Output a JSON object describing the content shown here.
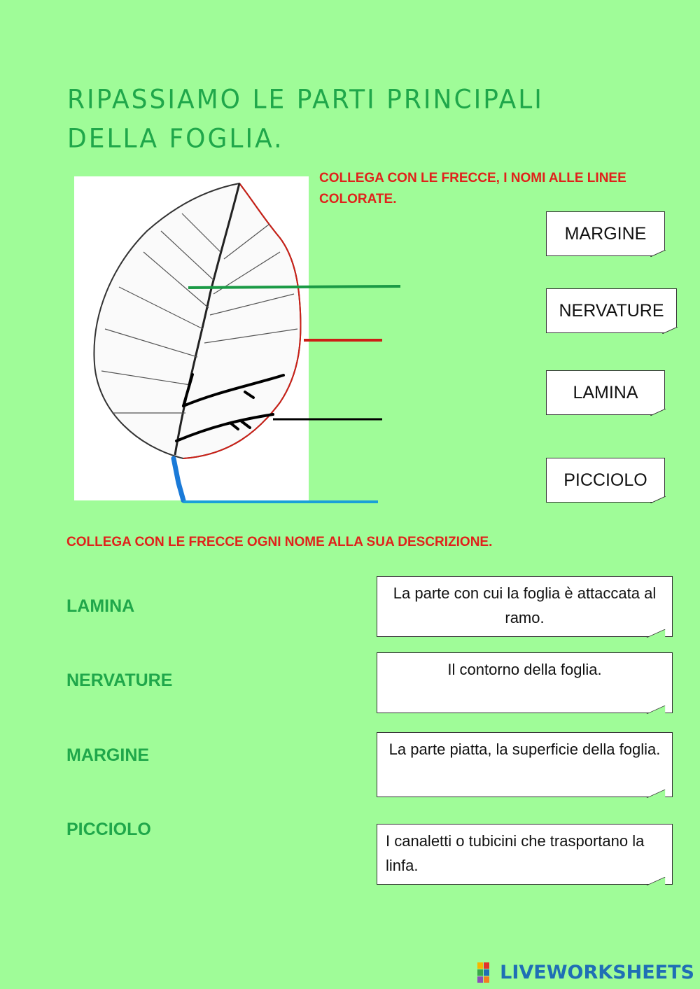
{
  "title": {
    "line1": "RIPASSIAMO LE PARTI PRINCIPALI",
    "line2": "DELLA   FOGLIA."
  },
  "section1": {
    "instruction": "COLLEGA CON LE FRECCE,  I NOMI ALLE LINEE COLORATE.",
    "labels": [
      "MARGINE",
      "NERVATURE",
      "LAMINA",
      "PICCIOLO"
    ],
    "line_colors": [
      "#1a9a45",
      "#cc1f16",
      "#000000",
      "#1aa0d8"
    ]
  },
  "section2": {
    "instruction": "COLLEGA CON LE FRECCE  OGNI NOME ALLA SUA DESCRIZIONE.",
    "words": [
      "LAMINA",
      "NERVATURE",
      "MARGINE",
      "PICCIOLO"
    ],
    "descriptions": [
      "La parte con cui la foglia è attaccata al ramo.",
      "Il contorno della foglia.",
      "La parte piatta, la superficie della foglia.",
      "I canaletti o tubicini che trasportano la linfa."
    ]
  },
  "brand": {
    "name": "LIVEWORKSHEETS",
    "icon": "liveworksheets-logo-icon"
  }
}
